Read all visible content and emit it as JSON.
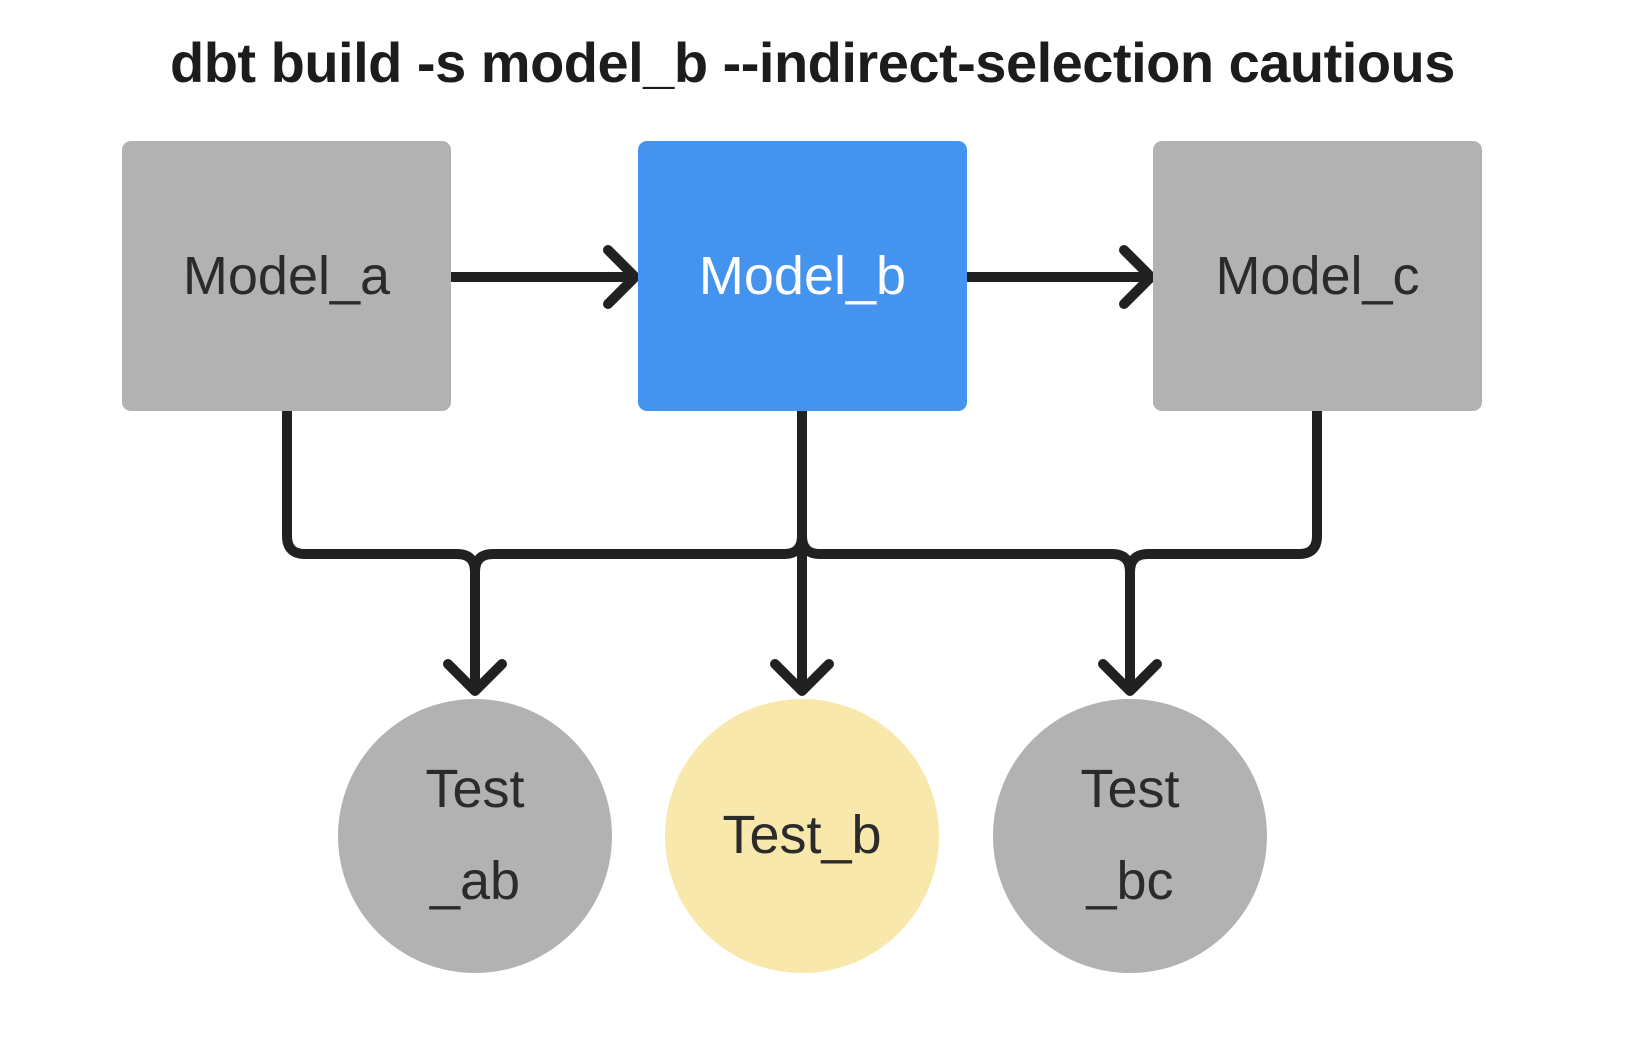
{
  "title": "dbt build -s model_b --indirect-selection cautious",
  "colors": {
    "model-default": "#b2b2b2",
    "model-selected": "#4493ee",
    "test-default": "#b2b2b2",
    "test-indirect": "#f8e8ab",
    "edge": "#212121",
    "text-dark": "#2b2b2b",
    "text-light": "#ffffff",
    "title-color": "#1c1c1e",
    "background": "#ffffff"
  },
  "nodes": {
    "model_a": {
      "label": "Model_a",
      "kind": "model",
      "fill": "#b2b2b2"
    },
    "model_b": {
      "label": "Model_b",
      "kind": "model",
      "fill": "#4493ee"
    },
    "model_c": {
      "label": "Model_c",
      "kind": "model",
      "fill": "#b2b2b2"
    },
    "test_ab": {
      "label": "Test _ab",
      "lines": [
        "Test",
        "_ab"
      ],
      "kind": "test",
      "fill": "#b2b2b2"
    },
    "test_b": {
      "label": "Test_b",
      "lines": [
        "Test_b"
      ],
      "kind": "test",
      "fill": "#f8e8ab"
    },
    "test_bc": {
      "label": "Test _bc",
      "lines": [
        "Test",
        "_bc"
      ],
      "kind": "test",
      "fill": "#b2b2b2"
    }
  },
  "edges": [
    {
      "from": "model_a",
      "to": "model_b"
    },
    {
      "from": "model_b",
      "to": "model_c"
    },
    {
      "from": "model_a",
      "to": "test_ab"
    },
    {
      "from": "model_b",
      "to": "test_ab"
    },
    {
      "from": "model_b",
      "to": "test_b"
    },
    {
      "from": "model_b",
      "to": "test_bc"
    },
    {
      "from": "model_c",
      "to": "test_bc"
    }
  ]
}
